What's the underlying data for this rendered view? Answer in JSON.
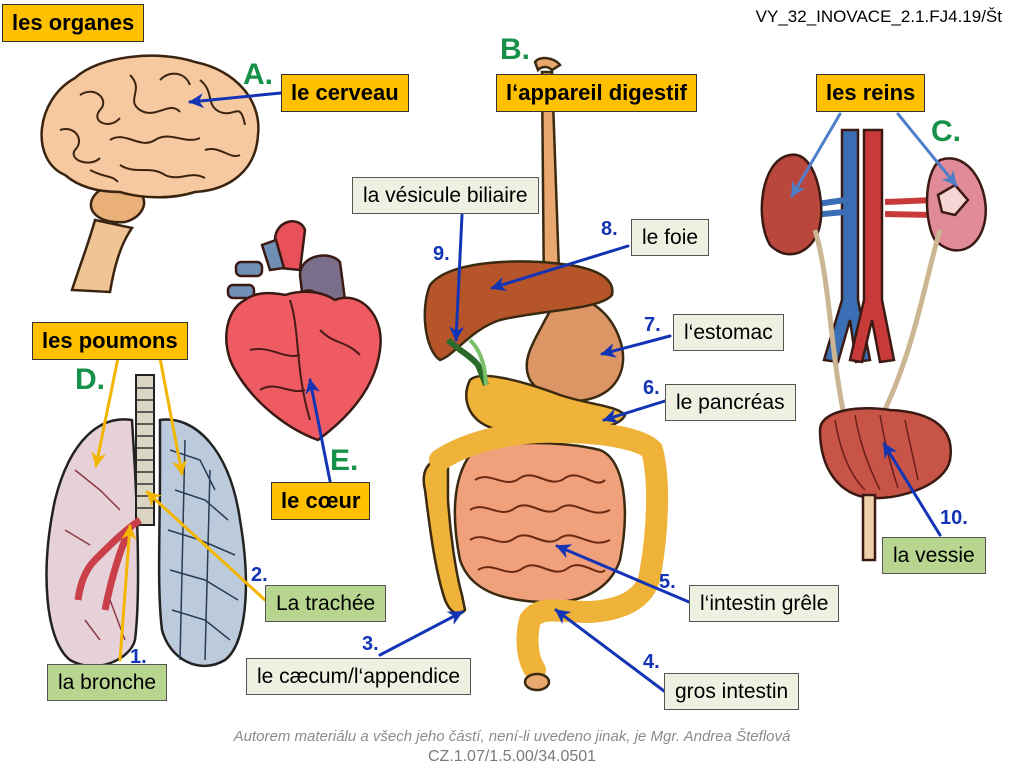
{
  "header": {
    "title": "les organes",
    "code": "VY_32_INOVACE_2.1.FJ4.19/Št"
  },
  "groups": {
    "brain": "le cerveau",
    "digestive": "l‘appareil digestif",
    "kidneys": "les reins",
    "lungs": "les poumons",
    "heart": "le cœur"
  },
  "letters": {
    "a": "A.",
    "b": "B.",
    "c": "C.",
    "d": "D.",
    "e": "E."
  },
  "parts": [
    {
      "num": "1.",
      "label": "la bronche"
    },
    {
      "num": "2.",
      "label": "La trachée"
    },
    {
      "num": "3.",
      "label": "le cæcum/l‘appendice"
    },
    {
      "num": "4.",
      "label": "gros intestin"
    },
    {
      "num": "5.",
      "label": "l‘intestin grêle"
    },
    {
      "num": "6.",
      "label": "le pancréas"
    },
    {
      "num": "7.",
      "label": "l‘estomac"
    },
    {
      "num": "8.",
      "label": "le foie"
    },
    {
      "num": "9.",
      "label": "la vésicule biliaire"
    },
    {
      "num": "10.",
      "label": "la vessie"
    }
  ],
  "footer": {
    "author": "Autorem materiálu a všech jeho částí, není-li uvedeno jinak, je Mgr. Andrea Šteflová",
    "project": "CZ.1.07/1.5.00/34.0501"
  },
  "colors": {
    "title_fill": "#ffc000",
    "part_fill": "#eef1e2",
    "green_fill": "#b8d590",
    "arrow_blue": "#1234b5",
    "arrow_yellow": "#f2b500",
    "arrow_lightblue": "#4f7fc8",
    "letter_green": "#16914a"
  }
}
